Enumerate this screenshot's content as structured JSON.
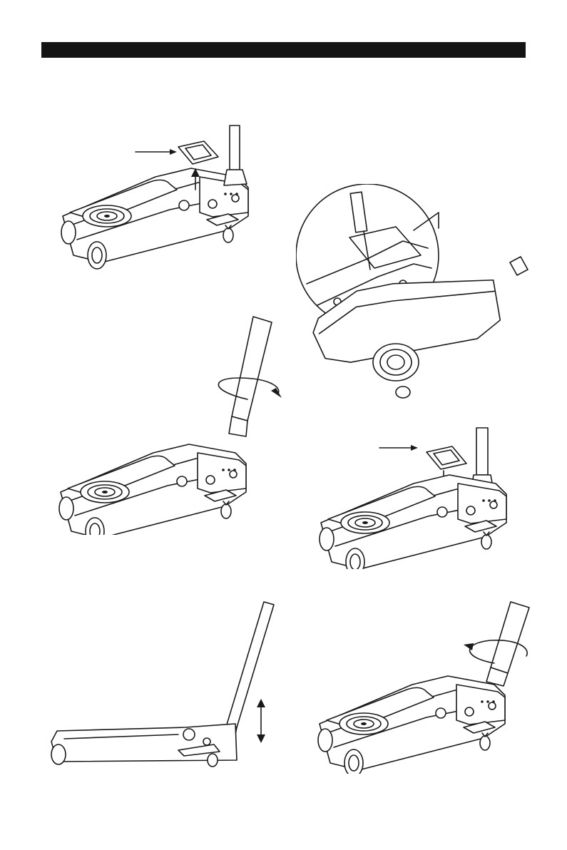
{
  "header": {
    "title": ""
  },
  "colors": {
    "header_bar": "#141414",
    "line": "#1a1a1a",
    "background": "#ffffff"
  },
  "figures": [
    {
      "id": "fig-1",
      "icon": "jack-remove-cover-plate"
    },
    {
      "id": "fig-2",
      "icon": "jack-screwdriver-detail"
    },
    {
      "id": "fig-3",
      "icon": "jack-rotate-handle"
    },
    {
      "id": "fig-4",
      "icon": "jack-replace-cover-plate"
    },
    {
      "id": "fig-5",
      "icon": "jack-pump-handle"
    },
    {
      "id": "fig-6",
      "icon": "jack-twist-handle"
    }
  ]
}
